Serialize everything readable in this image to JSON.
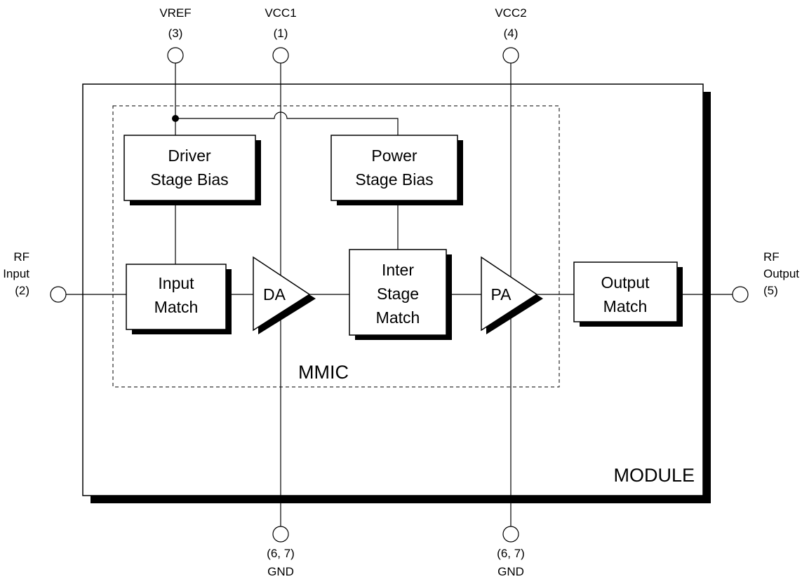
{
  "colors": {
    "line": "#000000",
    "background": "#ffffff",
    "shadow": "#000000"
  },
  "pins": {
    "vref": {
      "name": "VREF",
      "number": "(3)"
    },
    "vcc1": {
      "name": "VCC1",
      "number": "(1)"
    },
    "vcc2": {
      "name": "VCC2",
      "number": "(4)"
    },
    "rf_in": {
      "line1": "RF",
      "line2": "Input",
      "number": "(2)"
    },
    "rf_out": {
      "line1": "RF",
      "line2": "Output",
      "number": "(5)"
    },
    "gnd1": {
      "number": "(6, 7)",
      "name": "GND"
    },
    "gnd2": {
      "number": "(6, 7)",
      "name": "GND"
    }
  },
  "blocks": {
    "driver_bias": {
      "line1": "Driver",
      "line2": "Stage Bias"
    },
    "power_bias": {
      "line1": "Power",
      "line2": "Stage Bias"
    },
    "input_match": {
      "line1": "Input",
      "line2": "Match"
    },
    "inter_match": {
      "line1": "Inter",
      "line2": "Stage",
      "line3": "Match"
    },
    "output_match": {
      "line1": "Output",
      "line2": "Match"
    }
  },
  "amplifiers": {
    "da": "DA",
    "pa": "PA"
  },
  "labels": {
    "mmic": "MMIC",
    "module": "MODULE"
  }
}
